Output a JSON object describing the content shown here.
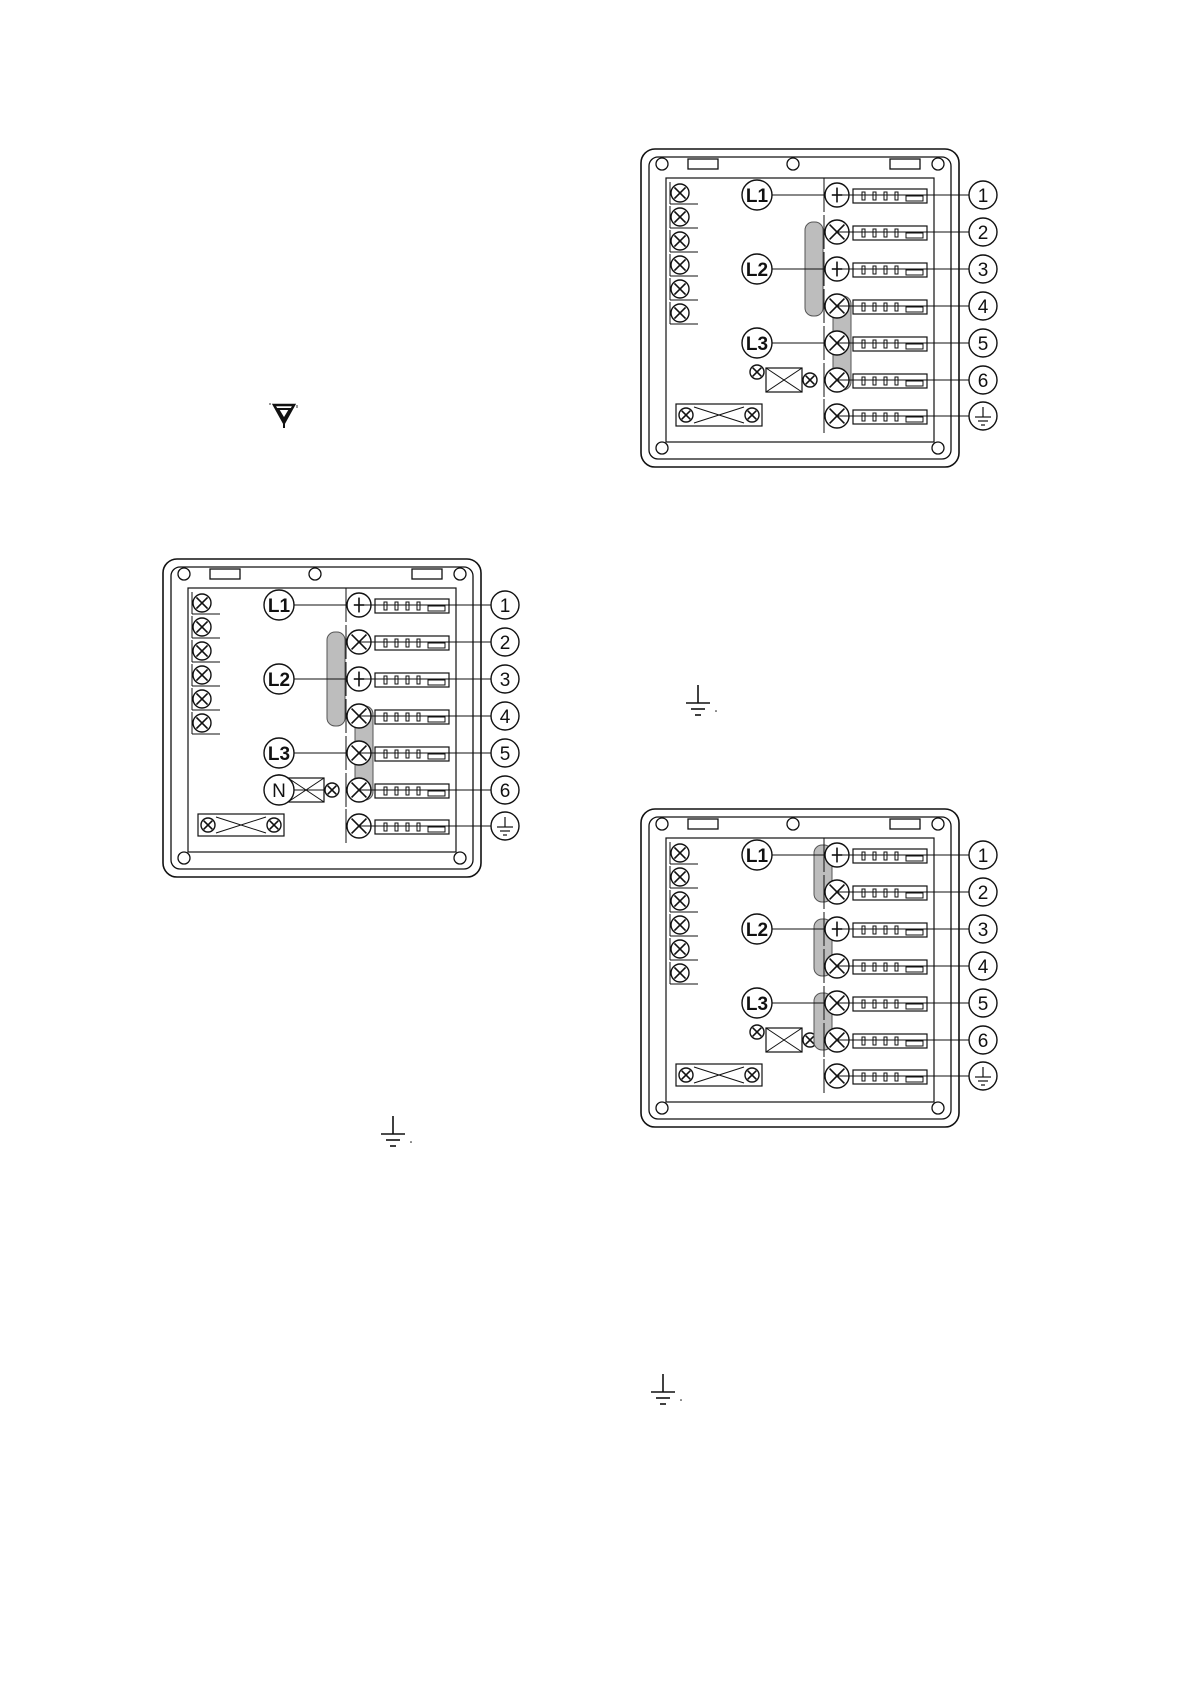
{
  "diagrams": [
    {
      "id": "top-right",
      "phase_labels": [
        {
          "text": "L1",
          "row": 0
        },
        {
          "text": "L2",
          "row": 2
        },
        {
          "text": "L3",
          "row": 4
        }
      ],
      "terminal_numbers": [
        "1",
        "2",
        "3",
        "4",
        "5",
        "6"
      ],
      "bridges": [
        [
          1,
          3
        ],
        [
          3,
          5
        ]
      ]
    },
    {
      "id": "left",
      "phase_labels": [
        {
          "text": "L1",
          "row": 0
        },
        {
          "text": "L2",
          "row": 2
        },
        {
          "text": "L3",
          "row": 4
        },
        {
          "text": "N",
          "row": 5
        }
      ],
      "terminal_numbers": [
        "1",
        "2",
        "3",
        "4",
        "5",
        "6"
      ],
      "bridges": [
        [
          1,
          3
        ],
        [
          3,
          5
        ]
      ]
    },
    {
      "id": "bottom-right",
      "phase_labels": [
        {
          "text": "L1",
          "row": 0
        },
        {
          "text": "L2",
          "row": 2
        },
        {
          "text": "L3",
          "row": 4
        }
      ],
      "terminal_numbers": [
        "1",
        "2",
        "3",
        "4",
        "5",
        "6"
      ],
      "bridges": [
        [
          0,
          1
        ],
        [
          2,
          3
        ],
        [
          4,
          5
        ]
      ]
    }
  ],
  "symbols": {
    "earth": "earth-icon",
    "equipotential": "equipotential-triangle-icon"
  }
}
